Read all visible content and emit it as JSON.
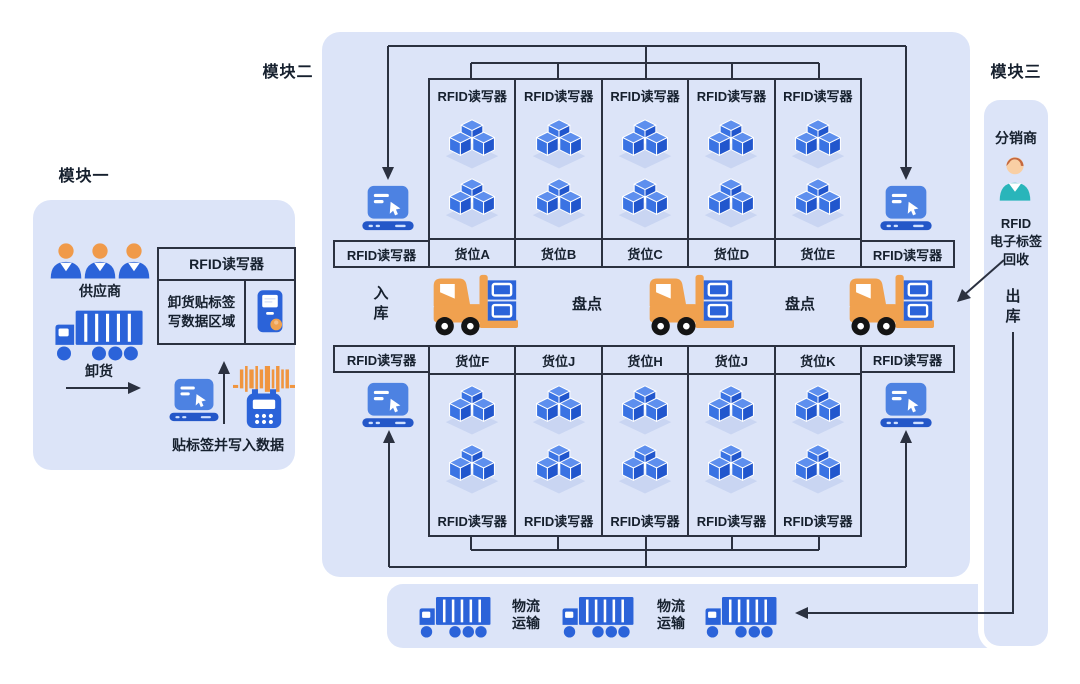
{
  "shared": {
    "rfid_reader": "RFID读写器"
  },
  "module1": {
    "title": "模块一",
    "suppliers": "供应商",
    "unload": "卸货",
    "table_header": "RFID读写器",
    "table_cell_line1": "卸货贴标签",
    "table_cell_line2": "写数据区域",
    "tagging": "贴标签并写入数据"
  },
  "module2": {
    "title": "模块二",
    "inbound": "入库",
    "stocktake_left": "盘点",
    "stocktake_right": "盘点",
    "top_slots": [
      "货位A",
      "货位B",
      "货位C",
      "货位D",
      "货位E"
    ],
    "bottom_slots": [
      "货位F",
      "货位J",
      "货位H",
      "货位J",
      "货位K"
    ]
  },
  "module3": {
    "title": "模块三",
    "distributor": "分销商",
    "recycle_line1": "RFID",
    "recycle_line2": "电子标签",
    "recycle_line3": "回收",
    "outbound": "出库"
  },
  "bottom_bar": {
    "logistics1_line1": "物流",
    "logistics1_line2": "运输",
    "logistics2_line1": "物流",
    "logistics2_line2": "运输"
  },
  "colors": {
    "module_bg": "#dce4f8",
    "line": "#2b3140",
    "primary_blue": "#2b63d9",
    "light_blue": "#4d82e2",
    "dark_blue": "#2156cd",
    "orange": "#f0a14f",
    "teal": "#29b5ba",
    "shadow_blue": "#c9d5f2"
  }
}
